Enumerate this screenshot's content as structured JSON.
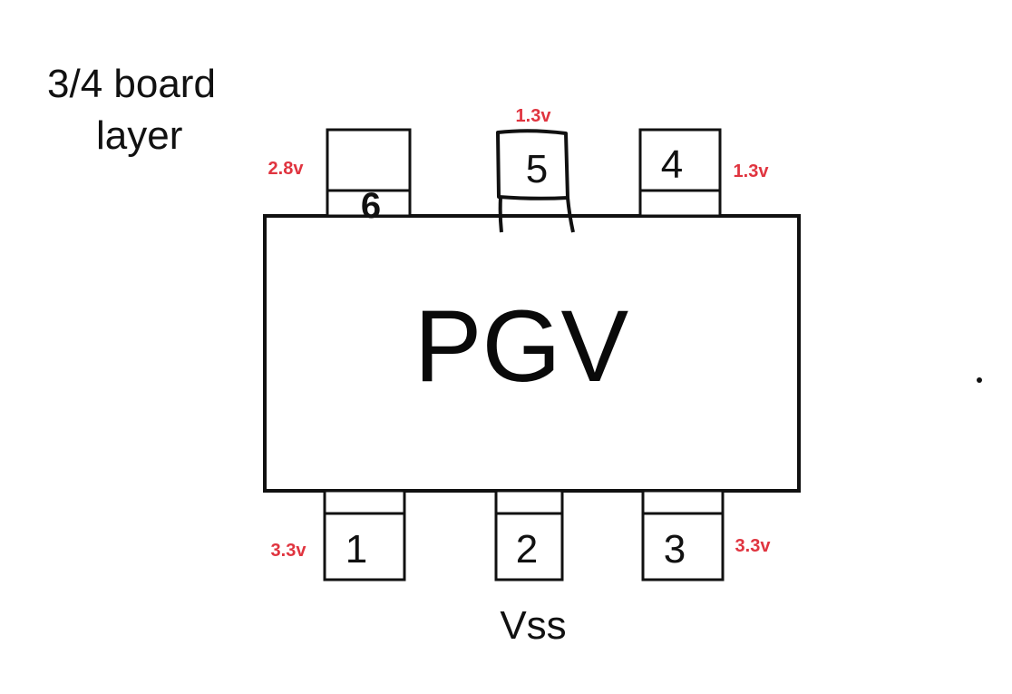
{
  "board_label": {
    "line1": "3/4 board",
    "line2": "layer"
  },
  "chip": {
    "label": "PGV"
  },
  "pins": {
    "p1": {
      "number": "1",
      "voltage": "3.3v"
    },
    "p2": {
      "number": "2",
      "label": "Vss"
    },
    "p3": {
      "number": "3",
      "voltage": "3.3v"
    },
    "p4": {
      "number": "4",
      "voltage": "1.3v"
    },
    "p5": {
      "number": "5",
      "voltage": "1.3v"
    },
    "p6": {
      "number": "6",
      "voltage": "2.8v"
    }
  },
  "colors": {
    "voltage_text": "#e0343f",
    "outline": "#111111"
  }
}
